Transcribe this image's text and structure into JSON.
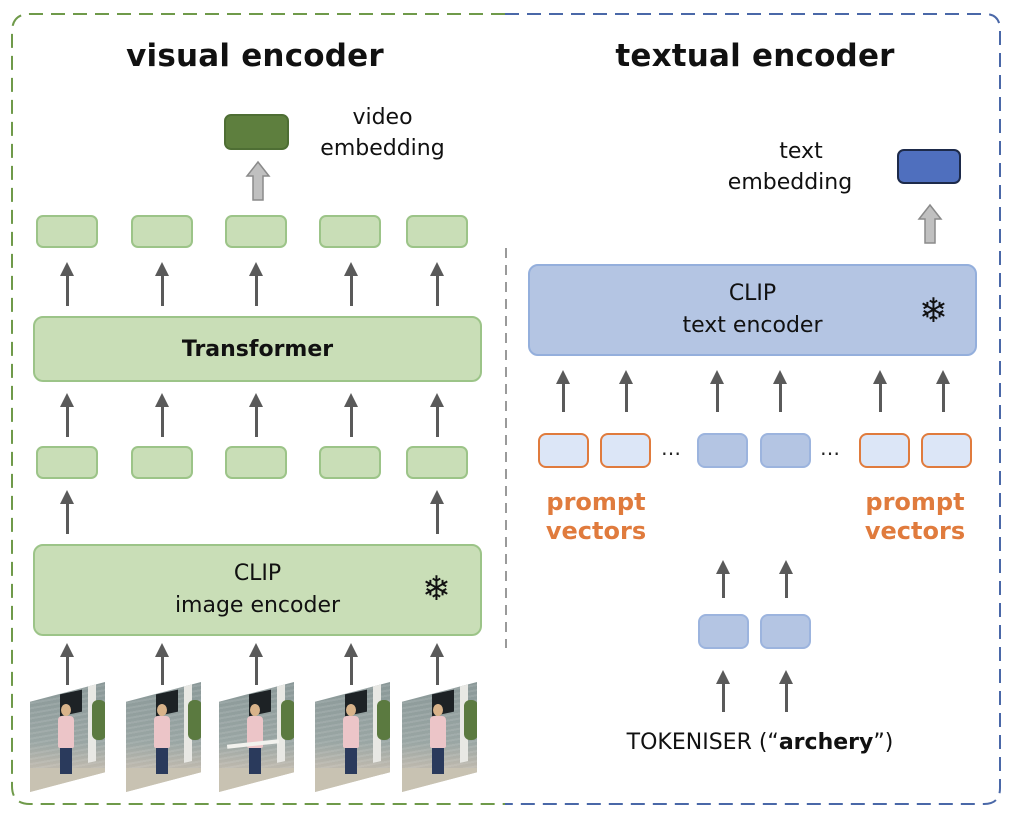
{
  "visual_encoder": {
    "title": "visual encoder",
    "output_label_line1": "video",
    "output_label_line2": "embedding",
    "transformer_label": "Transformer",
    "clip_line1": "CLIP",
    "clip_line2": "image encoder",
    "frozen_icon": "snowflake-icon",
    "num_frames": 5,
    "colors": {
      "token_fill": "#c9deb7",
      "token_border": "#9cc488",
      "embedding_fill": "#5e7f3e",
      "frame_border": "#6f9a4a"
    }
  },
  "textual_encoder": {
    "title": "textual encoder",
    "output_label_line1": "text",
    "output_label_line2": "embedding",
    "clip_line1": "CLIP",
    "clip_line2": "text encoder",
    "frozen_icon": "snowflake-icon",
    "ellipsis": "…",
    "prompt_label_left_line1": "prompt",
    "prompt_label_left_line2": "vectors",
    "prompt_label_right_line1": "prompt",
    "prompt_label_right_line2": "vectors",
    "tokeniser_prefix": "TOKENISER (“",
    "tokeniser_word": "archery",
    "tokeniser_suffix": "”)",
    "colors": {
      "block_fill": "#b4c5e3",
      "embedding_fill": "#4f6fbe",
      "prompt_border": "#e07b3d",
      "frame_border": "#4a68a8"
    }
  },
  "icons": {
    "snowflake": "❄"
  }
}
